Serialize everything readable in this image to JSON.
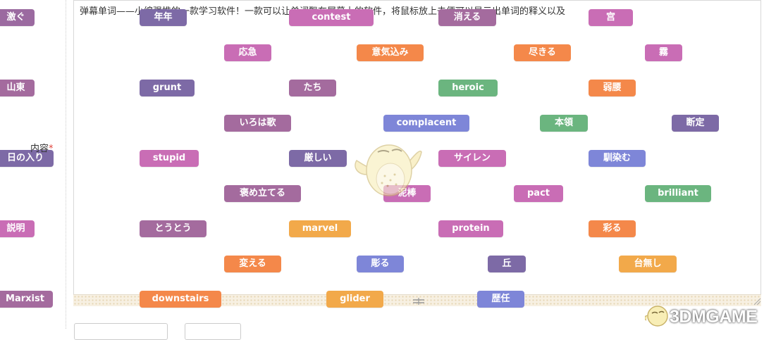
{
  "form": {
    "intro_text": "弹幕单词——小编强推的一款学习软件！一款可以让单词飘在屏幕上的软件，将鼠标放上去便可以显示出单词的释义以及",
    "content_label": "内容",
    "required_mark": "*"
  },
  "left_tags": [
    "激ぐ",
    "山東",
    "日の入り",
    "説明",
    "Marxist"
  ],
  "words": [
    "年年",
    "contest",
    "消える",
    "宫",
    "応急",
    "意気込み",
    "尽きる",
    "霧",
    "grunt",
    "たち",
    "heroic",
    "弱腰",
    "いろは歌",
    "complacent",
    "本領",
    "断定",
    "stupid",
    "厳しい",
    "サイレン",
    "馴染む",
    "褒め立てる",
    "泥棒",
    "pact",
    "brilliant",
    "とうとう",
    "marvel",
    "protein",
    "彩る",
    "変える",
    "彫る",
    "丘",
    "台無し",
    "downstairs",
    "glider",
    "歴任"
  ],
  "watermark": {
    "text": "3DMGAME"
  },
  "colors": {
    "purple": "#9b6aa0",
    "pink": "#c96db5",
    "orange": "#f4884a",
    "green": "#6bb57f",
    "blue": "#7e86d8",
    "violet": "#7d6aa6",
    "yellow": "#f2a94a"
  }
}
